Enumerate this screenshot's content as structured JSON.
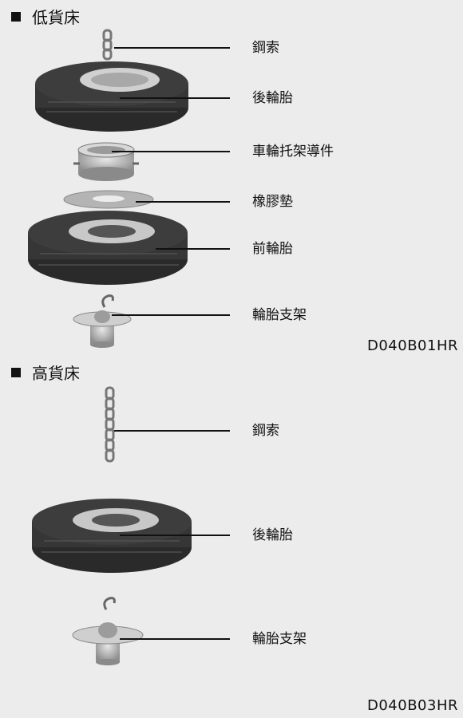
{
  "low_bed": {
    "title": "低貨床",
    "labels": {
      "cable": "鋼索",
      "rear_tire": "後輪胎",
      "tire_bracket_guide": "車輪托架導件",
      "rubber_pad": "橡膠墊",
      "front_tire": "前輪胎",
      "tire_carrier": "輪胎支架"
    },
    "code": "D040B01HR"
  },
  "high_bed": {
    "title": "高貨床",
    "labels": {
      "cable": "鋼索",
      "rear_tire": "後輪胎",
      "tire_carrier": "輪胎支架"
    },
    "code": "D040B03HR"
  },
  "colors": {
    "panel_bg": "#ececec",
    "tire_dark": "#2f2f2f",
    "metal": "#b8b8b8"
  }
}
